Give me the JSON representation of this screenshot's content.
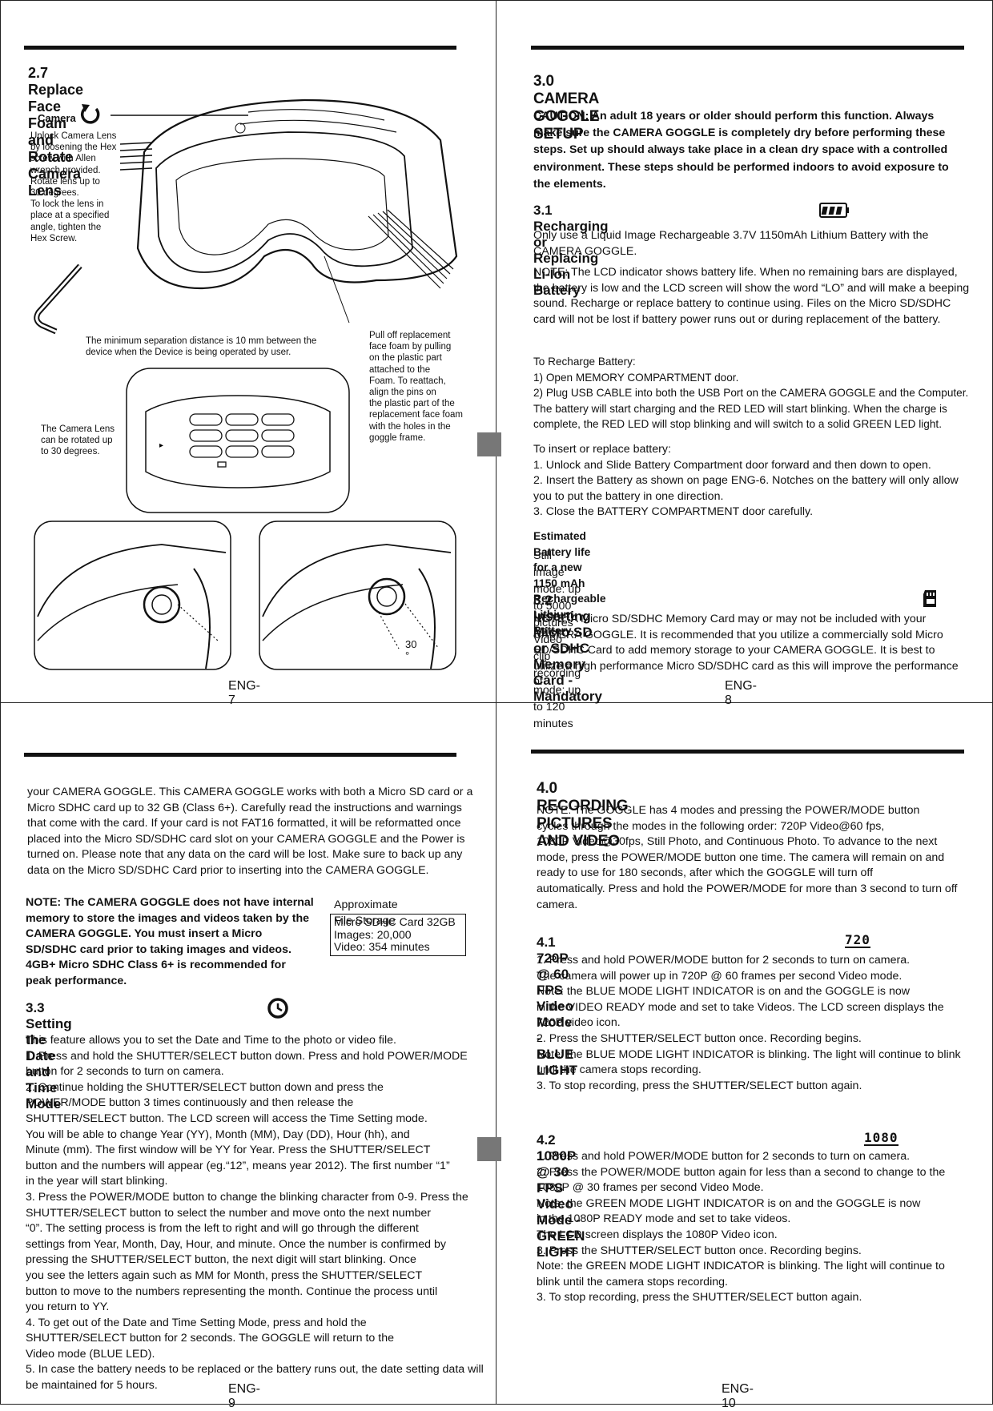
{
  "page7": {
    "title": "2.7  Replace Face Foam and Rotate Camera Lens",
    "camera_label": "Camera",
    "unlock_text": "Unlock Camera Lens\nby loosening the Hex\nscrew with Allen\nwrench provided.\nRotate lens up to\n30 degrees.\nTo lock the lens in\nplace at a specified\nangle, tighten the\nHex Screw.",
    "separation_text": "The minimum separation distance is 10 mm between the\ndevice when the Device is being operated by user.",
    "pull_text": "Pull off replacement\nface foam by pulling\non the plastic part\nattached to the\nFoam. To reattach,\nalign the pins on\nthe plastic part of the\nreplacement face foam\nwith the holes in the\ngoggle frame.",
    "rotate_text": "The Camera Lens\ncan be rotated up\nto 30 degrees.",
    "angle_label": "30 °",
    "page_number": "ENG-7"
  },
  "page8": {
    "title": "3.0 CAMERA GOGGLE SETUP",
    "caution": "CAUTION: An adult 18 years or older should perform this function. Always make sure the CAMERA GOGGLE is completely dry before performing these steps. Set up should always take place in a clean dry space with a controlled environment. These steps should be performed indoors to avoid exposure to the elements.",
    "s31_title": "3.1 Recharging or Replacing Li-Ion Battery",
    "s31_p1": "Only use a Liquid Image Rechargeable 3.7V 1150mAh Lithium Battery with the CAMERA GOGGLE.",
    "s31_p2": "NOTE: The LCD indicator shows battery life. When no remaining bars are displayed, the battery is low and the LCD screen will show the word “LO” and will make a beeping sound.  Recharge or replace battery to continue using. Files on the Micro SD/SDHC card will not be lost if battery power runs out or during replacement of the battery.",
    "recharge": "To Recharge Battery:\n1) Open MEMORY COMPARTMENT door.\n2) Plug USB CABLE into both the USB Port on the CAMERA GOGGLE and the Computer. The battery will start charging and the RED LED will start blinking.  When the charge is complete, the RED LED  will stop blinking and will switch to a solid GREEN LED light.",
    "insert": "To insert or replace battery:\n1.  Unlock and Slide Battery Compartment door forward and then down to open.\n2.  Insert the Battery as shown on page ENG-6.  Notches on the battery will only allow you to put the battery in one direction.\n3.  Close the BATTERY COMPARTMENT door carefully.",
    "est_title": "Estimated Battery life for a new 1150 mAh Rechargeable Lithium Battery",
    "est_body": "Still image mode: up to 5000 pictures\nVideo clip recording mode: up to 120 minutes",
    "s32_title": "3.2 Inserting Micro SD or SDHC Memory Card - Mandatory",
    "s32_body": "NOTE: A Micro SD/SDHC Memory Card may or may not be included with your CAMERA GOGGLE.  It is recommended that you utilize a commercially sold Micro SD/SDHC Card to add memory storage to your CAMERA GOGGLE. It is best to utilize a high performance Micro SD/SDHC card as this will improve the performance of",
    "page_number": "ENG-8"
  },
  "page9": {
    "intro": "your CAMERA GOGGLE. This CAMERA GOGGLE  works with both a Micro SD card or a Micro SDHC card up to 32 GB (Class 6+). Carefully read the instructions and warnings that come with the card.  If your card is not FAT16 formatted,  it will be reformatted once placed into the Micro SD/SDHC card slot on your  CAMERA GOGGLE  and the Power is turned on.   Please note that any data on the card will be lost.  Make sure to back up any data on the Micro SD/SDHC Card prior to inserting into the CAMERA GOGGLE.",
    "note": "NOTE:  The CAMERA GOGGLE  does not have internal memory to store the images and videos taken by the CAMERA GOGGLE.   You must insert a Micro SD/SDHC card prior to taking images and videos.  4GB+ Micro SDHC Class 6+ is recommended for peak performance.",
    "storage_title": "Approximate File Storage",
    "storage_card": "Micro SDHC Card 32GB",
    "storage_images": "Images:  20,000",
    "storage_video": "Video:    354 minutes",
    "s33_title": "3.3 Setting the Date and Time Mode",
    "s33_body": "This feature allows you to set the Date and Time to the photo or video file.\n1. Press and hold the SHUTTER/SELECT button down. Press and hold POWER/MODE button for 2 seconds to turn on camera.\n2. Continue holding the SHUTTER/SELECT button down and press the\nPOWER/MODE button 3 times continuously and then release the\nSHUTTER/SELECT button.  The LCD screen will access the Time Setting mode.\nYou will be able to change Year (YY), Month (MM), Day (DD), Hour (hh), and\nMinute (mm).  The first window will be YY for Year.  Press the SHUTTER/SELECT\nbutton and the numbers will appear (eg.“12”, means year 2012). The first number “1”\nin the year will start blinking.\n3. Press the POWER/MODE button to change the blinking character from 0-9.  Press the SHUTTER/SELECT button to select the number and move onto the next number\n“0”.  The setting process is from the left to right and will go through the different\nsettings from Year, Month, Day, Hour, and minute.  Once the number is confirmed by pressing the SHUTTER/SELECT button, the next digit will start blinking. Once\nyou see the letters again such as MM for Month, press the SHUTTER/SELECT\nbutton to move to the numbers representing the month.  Continue the process until\nyou return to YY.\n4. To get out of the Date and Time Setting Mode, press and hold the\nSHUTTER/SELECT button for 2 seconds.  The  GOGGLE  will return to the\nVideo mode (BLUE LED).\n5.  In case the battery needs to be replaced or the battery runs out, the date setting data will be maintained for 5 hours.",
    "page_number": "ENG-9"
  },
  "page10": {
    "title": "4.0 RECORDING PICTURES AND VIDEO",
    "intro": "NOTE: The GOGGLE has 4 modes and pressing the POWER/MODE button\ncycles through the modes in the following order: 720P Video@60 fps,\n1080P Video@30fps, Still Photo, and Continuous Photo.  To advance to the next mode, press the POWER/MODE button one time.  The camera will remain on and ready to use for 180 seconds, after which the GOGGLE will turn off\nautomatically. Press and hold the POWER/MODE for more than 3 second to turn off camera.",
    "s41_title": "4.1 720P @ 60 FPS Video Mode - BLUE LIGHT",
    "s41_icon": "720",
    "s41_body": "1. Press and hold POWER/MODE button for 2 seconds to turn on camera.\nThe camera will power up in 720P @ 60 frames per second Video mode.\nNote: the BLUE MODE LIGHT INDICATOR is on and the GOGGLE is now\nin the VIDEO READY mode and set to take Videos. The LCD screen displays the 720P video icon.\n2.  Press the SHUTTER/SELECT button once.  Recording begins.\nNote: the BLUE MODE LIGHT INDICATOR is blinking. The light will continue to blink until the camera stops recording.\n3.  To stop recording, press the SHUTTER/SELECT button again.",
    "s42_title": "4.2 1080P @ 30 FPS Video Mode - GREEN LIGHT",
    "s42_icon": "1080",
    "s42_body": "1.  Press and hold POWER/MODE button for 2 seconds to turn on camera.\n2.  Press the POWER/MODE button again for less than a second to change to the 1080P @ 30 frames per second Video Mode.\nNote: the GREEN MODE LIGHT INDICATOR is on and the GOGGLE is now\nin the 1080P READY mode and set to take videos.\nThe LCD screen displays the 1080P Video icon.\n3.  Press the SHUTTER/SELECT button once. Recording begins.\nNote: the GREEN MODE LIGHT INDICATOR is blinking. The light will continue to blink until the camera stops recording.\n3.  To stop recording, press the SHUTTER/SELECT button again.",
    "page_number": "ENG-10"
  }
}
